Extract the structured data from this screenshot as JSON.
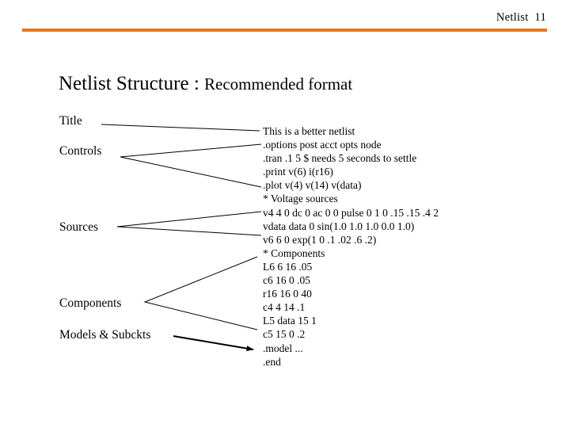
{
  "header": {
    "text": "Netlist  11",
    "rule_color": "#e8741c"
  },
  "title": {
    "main": "Netlist Structure ",
    "separator": ": ",
    "sub": "Recommended format"
  },
  "categories": [
    {
      "label": "Title"
    },
    {
      "label": "Controls"
    },
    {
      "label": "Sources"
    },
    {
      "label": "Components"
    },
    {
      "label": "Models & Subckts"
    }
  ],
  "netlist": {
    "lines": [
      "This is a better netlist",
      ".options post acct opts node",
      ".tran .1 5 $ needs 5 seconds to settle",
      ".print v(6) i(r16)",
      ".plot v(4) v(14) v(data)",
      "* Voltage sources",
      "v4 4 0 dc 0 ac 0 0 pulse 0 1 0 .15 .15 .4 2",
      "vdata data 0 sin(1.0 1.0 1.0 0.0 1.0)",
      "v6 6 0 exp(1 0 .1 .02 .6 .2)",
      "* Components",
      "L6 6 16 .05",
      "c6 16 0 .05",
      "r16 16 0 40",
      "c4 4 14 .1",
      "L5 data 15 1",
      "c5 15 0 .2",
      ".model ...",
      ".end"
    ]
  }
}
